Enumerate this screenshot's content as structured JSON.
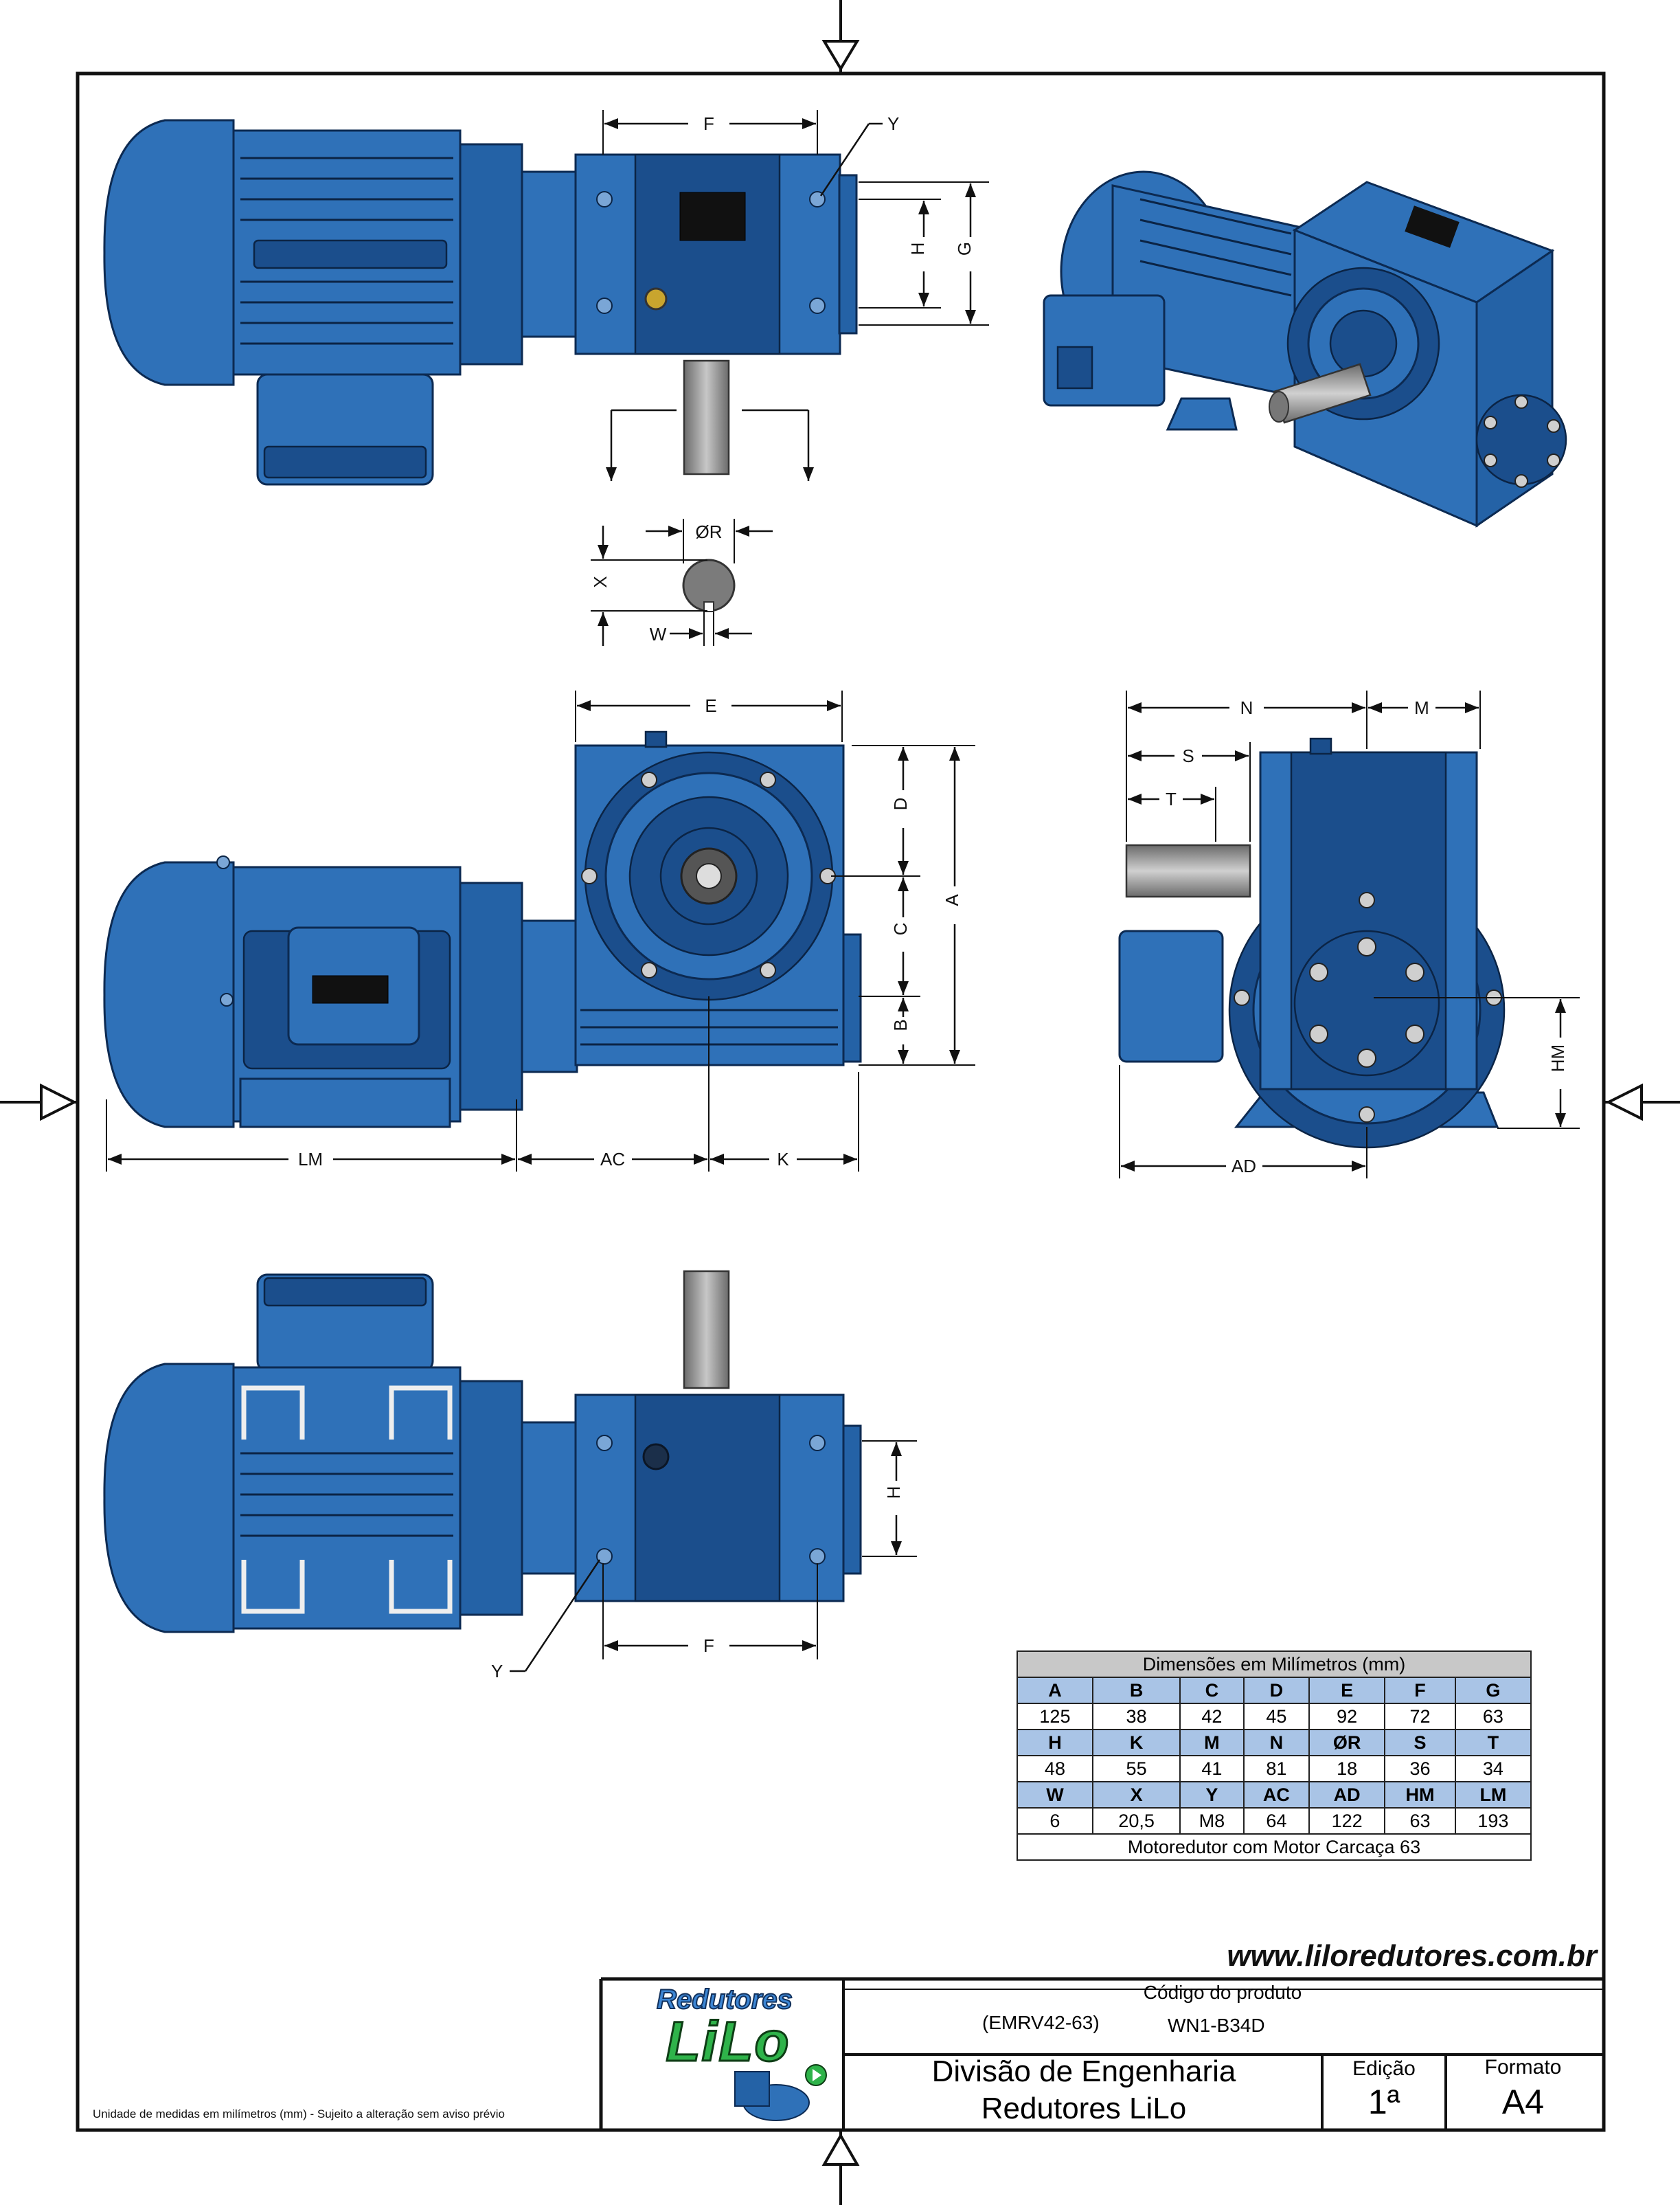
{
  "dimension_labels": {
    "top_view": {
      "f": "F",
      "y": "Y",
      "h": "H",
      "g": "G"
    },
    "shaft_section": {
      "r": "ØR",
      "x": "X",
      "w": "W"
    },
    "front_view": {
      "e": "E",
      "d": "D",
      "c": "C",
      "b": "B",
      "a": "A",
      "lm": "LM",
      "ac": "AC",
      "k": "K"
    },
    "side_view": {
      "n": "N",
      "m": "M",
      "s": "S",
      "t": "T",
      "hm": "HM",
      "ad": "AD"
    },
    "bottom_view": {
      "h": "H",
      "f": "F",
      "y": "Y"
    }
  },
  "dimension_table": {
    "caption": "Dimensões em Milímetros (mm)",
    "blocks": [
      {
        "headers": [
          "A",
          "B",
          "C",
          "D",
          "E",
          "F",
          "G"
        ],
        "values": [
          "125",
          "38",
          "42",
          "45",
          "92",
          "72",
          "63"
        ]
      },
      {
        "headers": [
          "H",
          "K",
          "M",
          "N",
          "ØR",
          "S",
          "T"
        ],
        "values": [
          "48",
          "55",
          "41",
          "81",
          "18",
          "36",
          "34"
        ]
      },
      {
        "headers": [
          "W",
          "X",
          "Y",
          "AC",
          "AD",
          "HM",
          "LM"
        ],
        "values": [
          "6",
          "20,5",
          "M8",
          "64",
          "122",
          "63",
          "193"
        ]
      }
    ],
    "footer": "Motoredutor com Motor Carcaça 63"
  },
  "website": "www.liloredutores.com.br",
  "title_block": {
    "logo_top": "Redutores",
    "logo_main": "LiLo",
    "code_label": "Código do produto",
    "code_ref": "(EMRV42-63)",
    "code_value": "WN1-B34D",
    "division_line1": "Divisão de Engenharia",
    "division_line2": "Redutores LiLo",
    "edition_label": "Edição",
    "edition_value": "1ª",
    "format_label": "Formato",
    "format_value": "A4"
  },
  "note": "Unidade de medidas em milímetros (mm) - Sujeito a alteração sem aviso prévio",
  "colors": {
    "body_blue": "#2f71b8",
    "header_blue": "#a9c4e6",
    "logo_green": "#2fb34a"
  }
}
